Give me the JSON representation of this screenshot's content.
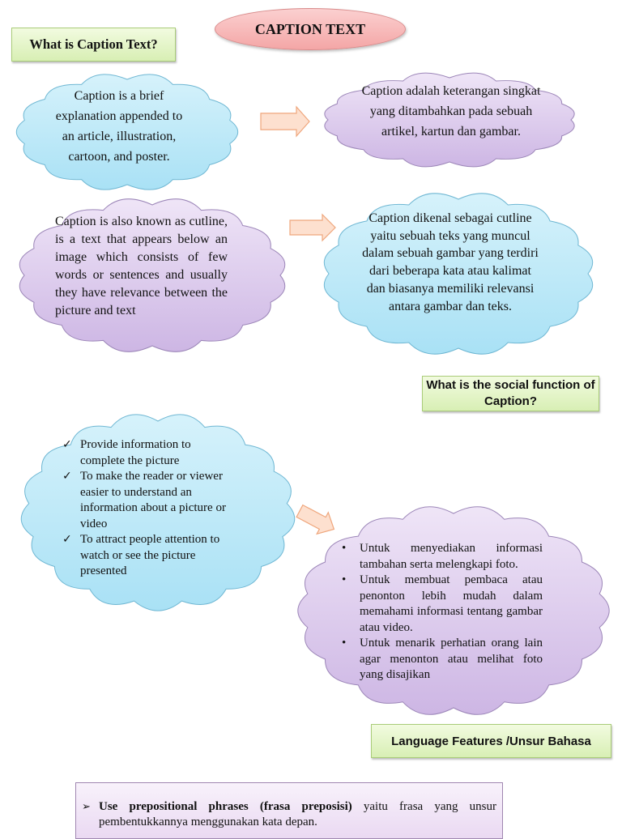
{
  "title": "CAPTION TEXT",
  "headings": {
    "what_is": "What is Caption Text?",
    "social_function": "What is the social function of Caption?",
    "language_features": "Language Features /Unsur Bahasa"
  },
  "clouds": {
    "definition_en": "Caption is a brief explanation appended to an article, illustration, cartoon, and poster.",
    "definition_id": "Caption adalah keterangan singkat yang ditambahkan pada sebuah artikel, kartun dan gambar.",
    "cutline_en": "Caption is also known as cutline, is a text that appears below an image which consists of few words or sentences and usually they have relevance between the picture and text",
    "cutline_id": "Caption dikenal sebagai cutline yaitu sebuah teks yang muncul dalam sebuah gambar yang terdiri dari beberapa kata atau kalimat dan biasanya memiliki relevansi antara gambar dan teks."
  },
  "functions_en": [
    "Provide information to complete the picture",
    "To make the reader or viewer easier to understand an information  about a picture or video",
    "To attract people attention to watch or see the picture presented"
  ],
  "functions_id": [
    "Untuk menyediakan informasi tambahan serta  melengkapi foto.",
    "Untuk membuat pembaca atau penonton lebih mudah dalam memahami informasi tentang gambar atau video.",
    "Untuk menarik perhatian orang lain agar menonton atau melihat foto yang disajikan"
  ],
  "language_features": {
    "bullet_marker": "➢",
    "item_bold": "Use prepositional phrases (frasa preposisi)",
    "item_rest": " yaitu frasa yang unsur pembentukkannya menggunakan kata depan."
  },
  "colors": {
    "blue_cloud_top": "#d6f2fb",
    "blue_cloud_bottom": "#a9e1f5",
    "blue_cloud_stroke": "#6fb7d3",
    "purple_cloud_top": "#efe5f7",
    "purple_cloud_bottom": "#cdb6e4",
    "purple_cloud_stroke": "#9c86b8",
    "arrow_fill": "#fde0cf",
    "arrow_stroke": "#efa67c"
  }
}
